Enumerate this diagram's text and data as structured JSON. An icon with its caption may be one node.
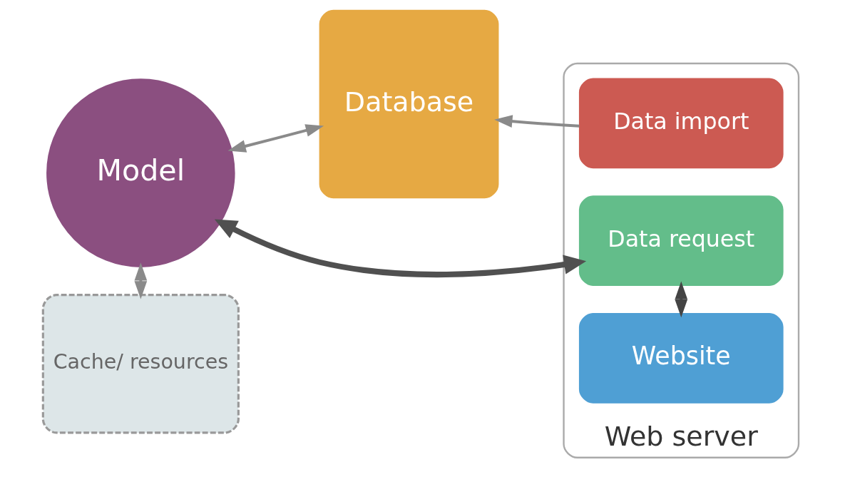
{
  "diagram": {
    "nodes": [
      {
        "text": [
          "Model"
        ]
      },
      {
        "text": [
          "Database"
        ]
      },
      {
        "text": [
          "Web server"
        ]
      },
      {
        "text": [
          "Data import"
        ],
        "in": 2
      },
      {
        "text": [
          "Website"
        ],
        "in": 2
      },
      {
        "text": [
          "Data request"
        ],
        "in": 2
      },
      {
        "text": [
          "Cache/ resources"
        ]
      }
    ],
    "edges": [
      {
        "from": 0,
        "to": 1,
        "arrow": "both"
      },
      {
        "from": 3,
        "to": 1,
        "arrow": "to"
      },
      {
        "from": 4,
        "to": 5,
        "arrow": "both",
        "color": "#444444"
      },
      {
        "from": 5,
        "to": 0,
        "arrow": "both",
        "style": "thick",
        "color": "#505050"
      },
      {
        "from": 0,
        "to": 6,
        "arrow": "both",
        "style": "dashed"
      }
    ]
  }
}
